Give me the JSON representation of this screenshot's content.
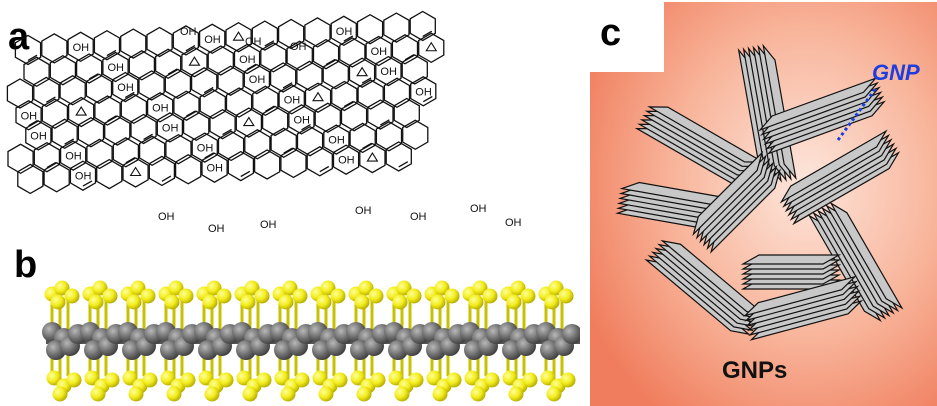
{
  "panels": {
    "a": {
      "label": "a"
    },
    "b": {
      "label": "b"
    },
    "c": {
      "label": "c",
      "pointer_label": "GNP",
      "caption": "GNPs"
    }
  },
  "graphene_oxide": {
    "group": "OH",
    "colors": {
      "bond": "#111111"
    }
  },
  "graphene_sheet": {
    "colors": {
      "carbon": "#6b6b6b",
      "surface": "#f2ec1a",
      "bond": "#444444"
    }
  },
  "platelets": {
    "colors": {
      "background_edge": "#f07e5e",
      "background_center": "#fde6dc",
      "plate_fill": "#c8c8c8",
      "plate_stroke": "#111111",
      "pointer": "#1c3de0"
    }
  }
}
